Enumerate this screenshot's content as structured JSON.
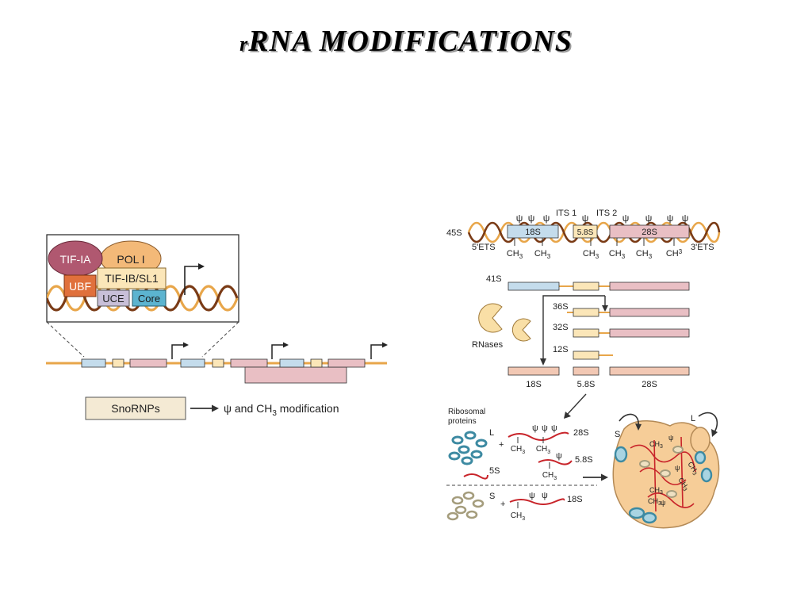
{
  "title_prefix": "r",
  "title_main": "RNA MODIFICATIONS",
  "left_panel": {
    "proteins": {
      "tif_ia": "TIF-IA",
      "pol_i": "POL I",
      "ubf": "UBF",
      "tif_ib": "TIF-IB/SL1",
      "uce": "UCE",
      "core": "Core"
    },
    "snornps": "SnoRNPs",
    "modification_text": "ψ and CH",
    "modification_sub": "3",
    "modification_tail": " modification"
  },
  "right_panel": {
    "precursor": {
      "label_45s": "45S",
      "its1": "ITS 1",
      "its2": "ITS 2",
      "r18s": "18S",
      "r58s": "5.8S",
      "r28s": "28S",
      "ets5": "5'ETS",
      "ets3": "3'ETS",
      "psi": "ψ",
      "ch": "CH",
      "sub3": "3"
    },
    "processing": {
      "l41s": "41S",
      "l36s": "36S",
      "l32s": "32S",
      "l12s": "12S",
      "rnases": "RNases",
      "final_18s": "18S",
      "final_58s": "5.8S",
      "final_28s": "28S"
    },
    "assembly": {
      "ribosomal_proteins_1": "Ribosomal",
      "ribosomal_proteins_2": "proteins",
      "large": "L",
      "small": "S",
      "plus": "+",
      "r5s": "5S",
      "r28s": "28S",
      "r58s": "5.8S",
      "r18s": "18S"
    }
  },
  "colors": {
    "dna_orange": "#e8a64a",
    "dna_brown": "#7a3b16",
    "blue_box": "#c4dcec",
    "tan_box": "#fbe6b8",
    "pink_box": "#e9bfc4",
    "tif_ia": "#b05870",
    "pol_i": "#f3b978",
    "ubf": "#e0703c",
    "uce": "#c8bfd8",
    "core": "#5cb4d0",
    "ribosome": "#f6cd98",
    "rna_red": "#c8242a",
    "protein_teal": "#3d8aa2"
  }
}
